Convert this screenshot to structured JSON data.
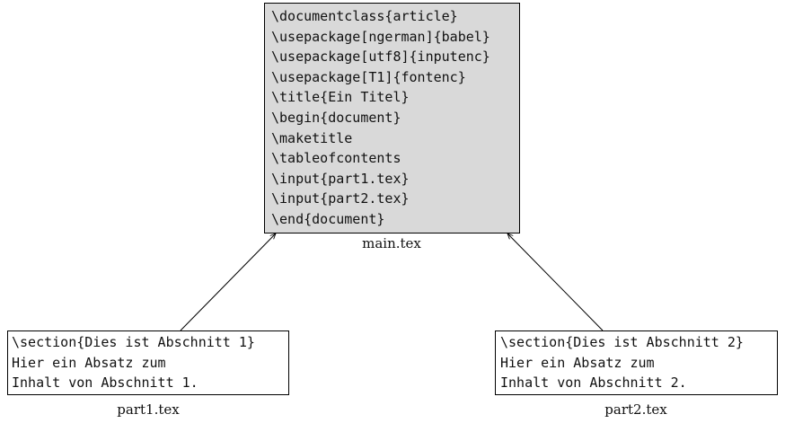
{
  "main": {
    "lines": [
      "\\documentclass{article}",
      "\\usepackage[ngerman]{babel}",
      "\\usepackage[utf8]{inputenc}",
      "\\usepackage[T1]{fontenc}",
      "\\title{Ein Titel}",
      "\\begin{document}",
      "\\maketitle",
      "\\tableofcontents",
      "\\input{part1.tex}",
      "\\input{part2.tex}",
      "\\end{document}"
    ],
    "caption": "main.tex",
    "background": "#d9d9d9"
  },
  "part1": {
    "lines": [
      "\\section{Dies ist Abschnitt 1}",
      "Hier ein Absatz zum",
      "Inhalt von Abschnitt 1."
    ],
    "caption": "part1.tex"
  },
  "part2": {
    "lines": [
      "\\section{Dies ist Abschnitt 2}",
      "Hier ein Absatz zum",
      "Inhalt von Abschnitt 2."
    ],
    "caption": "part2.tex"
  }
}
